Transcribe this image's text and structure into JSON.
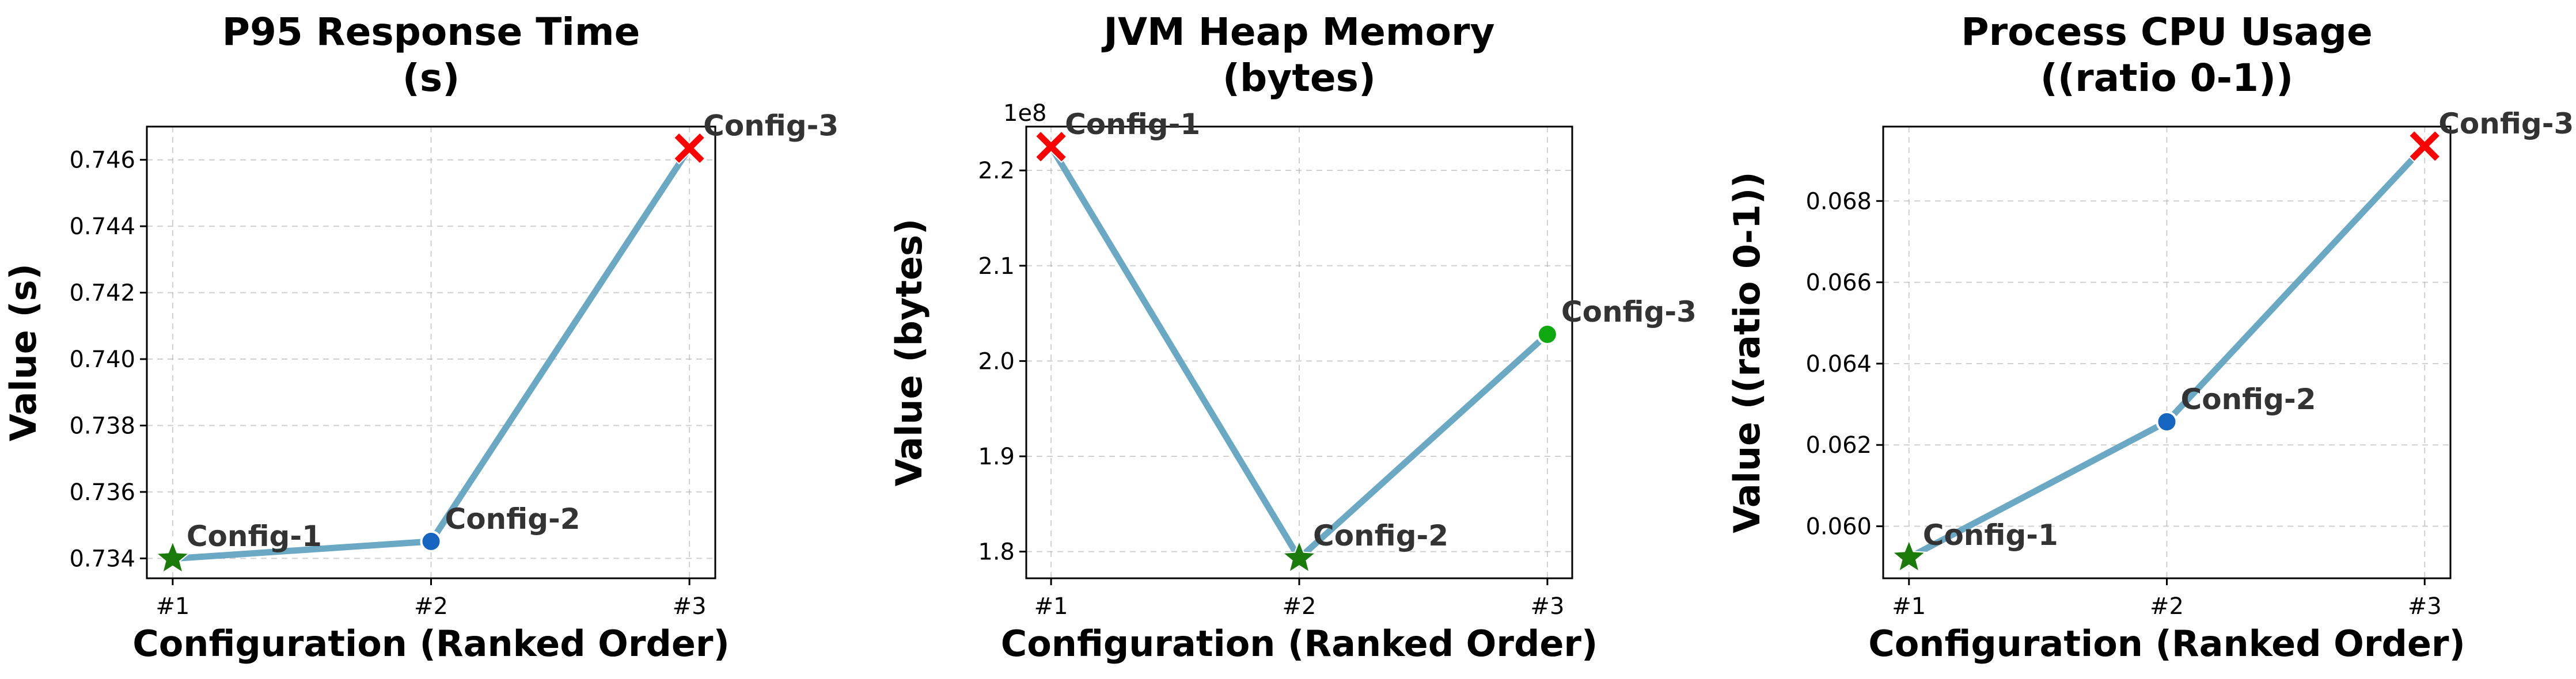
{
  "colors": {
    "line": "#6aa8c4",
    "best_star": "#1a7a0a",
    "worst_x": "#ff0000",
    "mid_blue": "#1565c0",
    "mid_green": "#10a810",
    "annotation": "#333333"
  },
  "chart_data": [
    {
      "type": "line",
      "title": [
        "P95 Response Time",
        "(s)"
      ],
      "xlabel": "Configuration (Ranked Order)",
      "ylabel": "Value (s)",
      "categories": [
        "#1",
        "#2",
        "#3"
      ],
      "values": [
        0.73399,
        0.73451,
        0.74635
      ],
      "point_labels": [
        "Config-1",
        "Config-2",
        "Config-3"
      ],
      "markers": [
        "star",
        "circle-blue",
        "x"
      ],
      "ylim": [
        0.7334,
        0.747
      ],
      "yticks": [
        0.734,
        0.736,
        0.738,
        0.74,
        0.742,
        0.744,
        0.746
      ],
      "ytick_labels": [
        "0.734",
        "0.736",
        "0.738",
        "0.740",
        "0.742",
        "0.744",
        "0.746"
      ],
      "offset_text": "",
      "grid": true
    },
    {
      "type": "line",
      "title": [
        "JVM Heap Memory",
        "(bytes)"
      ],
      "xlabel": "Configuration (Ranked Order)",
      "ylabel": "Value (bytes)",
      "categories": [
        "#1",
        "#2",
        "#3"
      ],
      "values": [
        222500000,
        179300000,
        202800000
      ],
      "point_labels": [
        "Config-1",
        "Config-2",
        "Config-3"
      ],
      "markers": [
        "x",
        "star",
        "circle-green"
      ],
      "ylim": [
        177200000,
        224600000
      ],
      "yticks": [
        180000000,
        190000000,
        200000000,
        210000000,
        220000000
      ],
      "ytick_labels": [
        "1.8",
        "1.9",
        "2.0",
        "2.1",
        "2.2"
      ],
      "offset_text": "1e8",
      "grid": true
    },
    {
      "type": "line",
      "title": [
        "Process CPU Usage",
        "((ratio 0-1))"
      ],
      "xlabel": "Configuration (Ranked Order)",
      "ylabel": "Value ((ratio 0-1))",
      "categories": [
        "#1",
        "#2",
        "#3"
      ],
      "values": [
        0.05923,
        0.06257,
        0.06935
      ],
      "point_labels": [
        "Config-1",
        "Config-2",
        "Config-3"
      ],
      "markers": [
        "star",
        "circle-blue",
        "x"
      ],
      "ylim": [
        0.05872,
        0.06983
      ],
      "yticks": [
        0.06,
        0.062,
        0.064,
        0.066,
        0.068
      ],
      "ytick_labels": [
        "0.060",
        "0.062",
        "0.064",
        "0.066",
        "0.068"
      ],
      "offset_text": "",
      "grid": true
    }
  ]
}
